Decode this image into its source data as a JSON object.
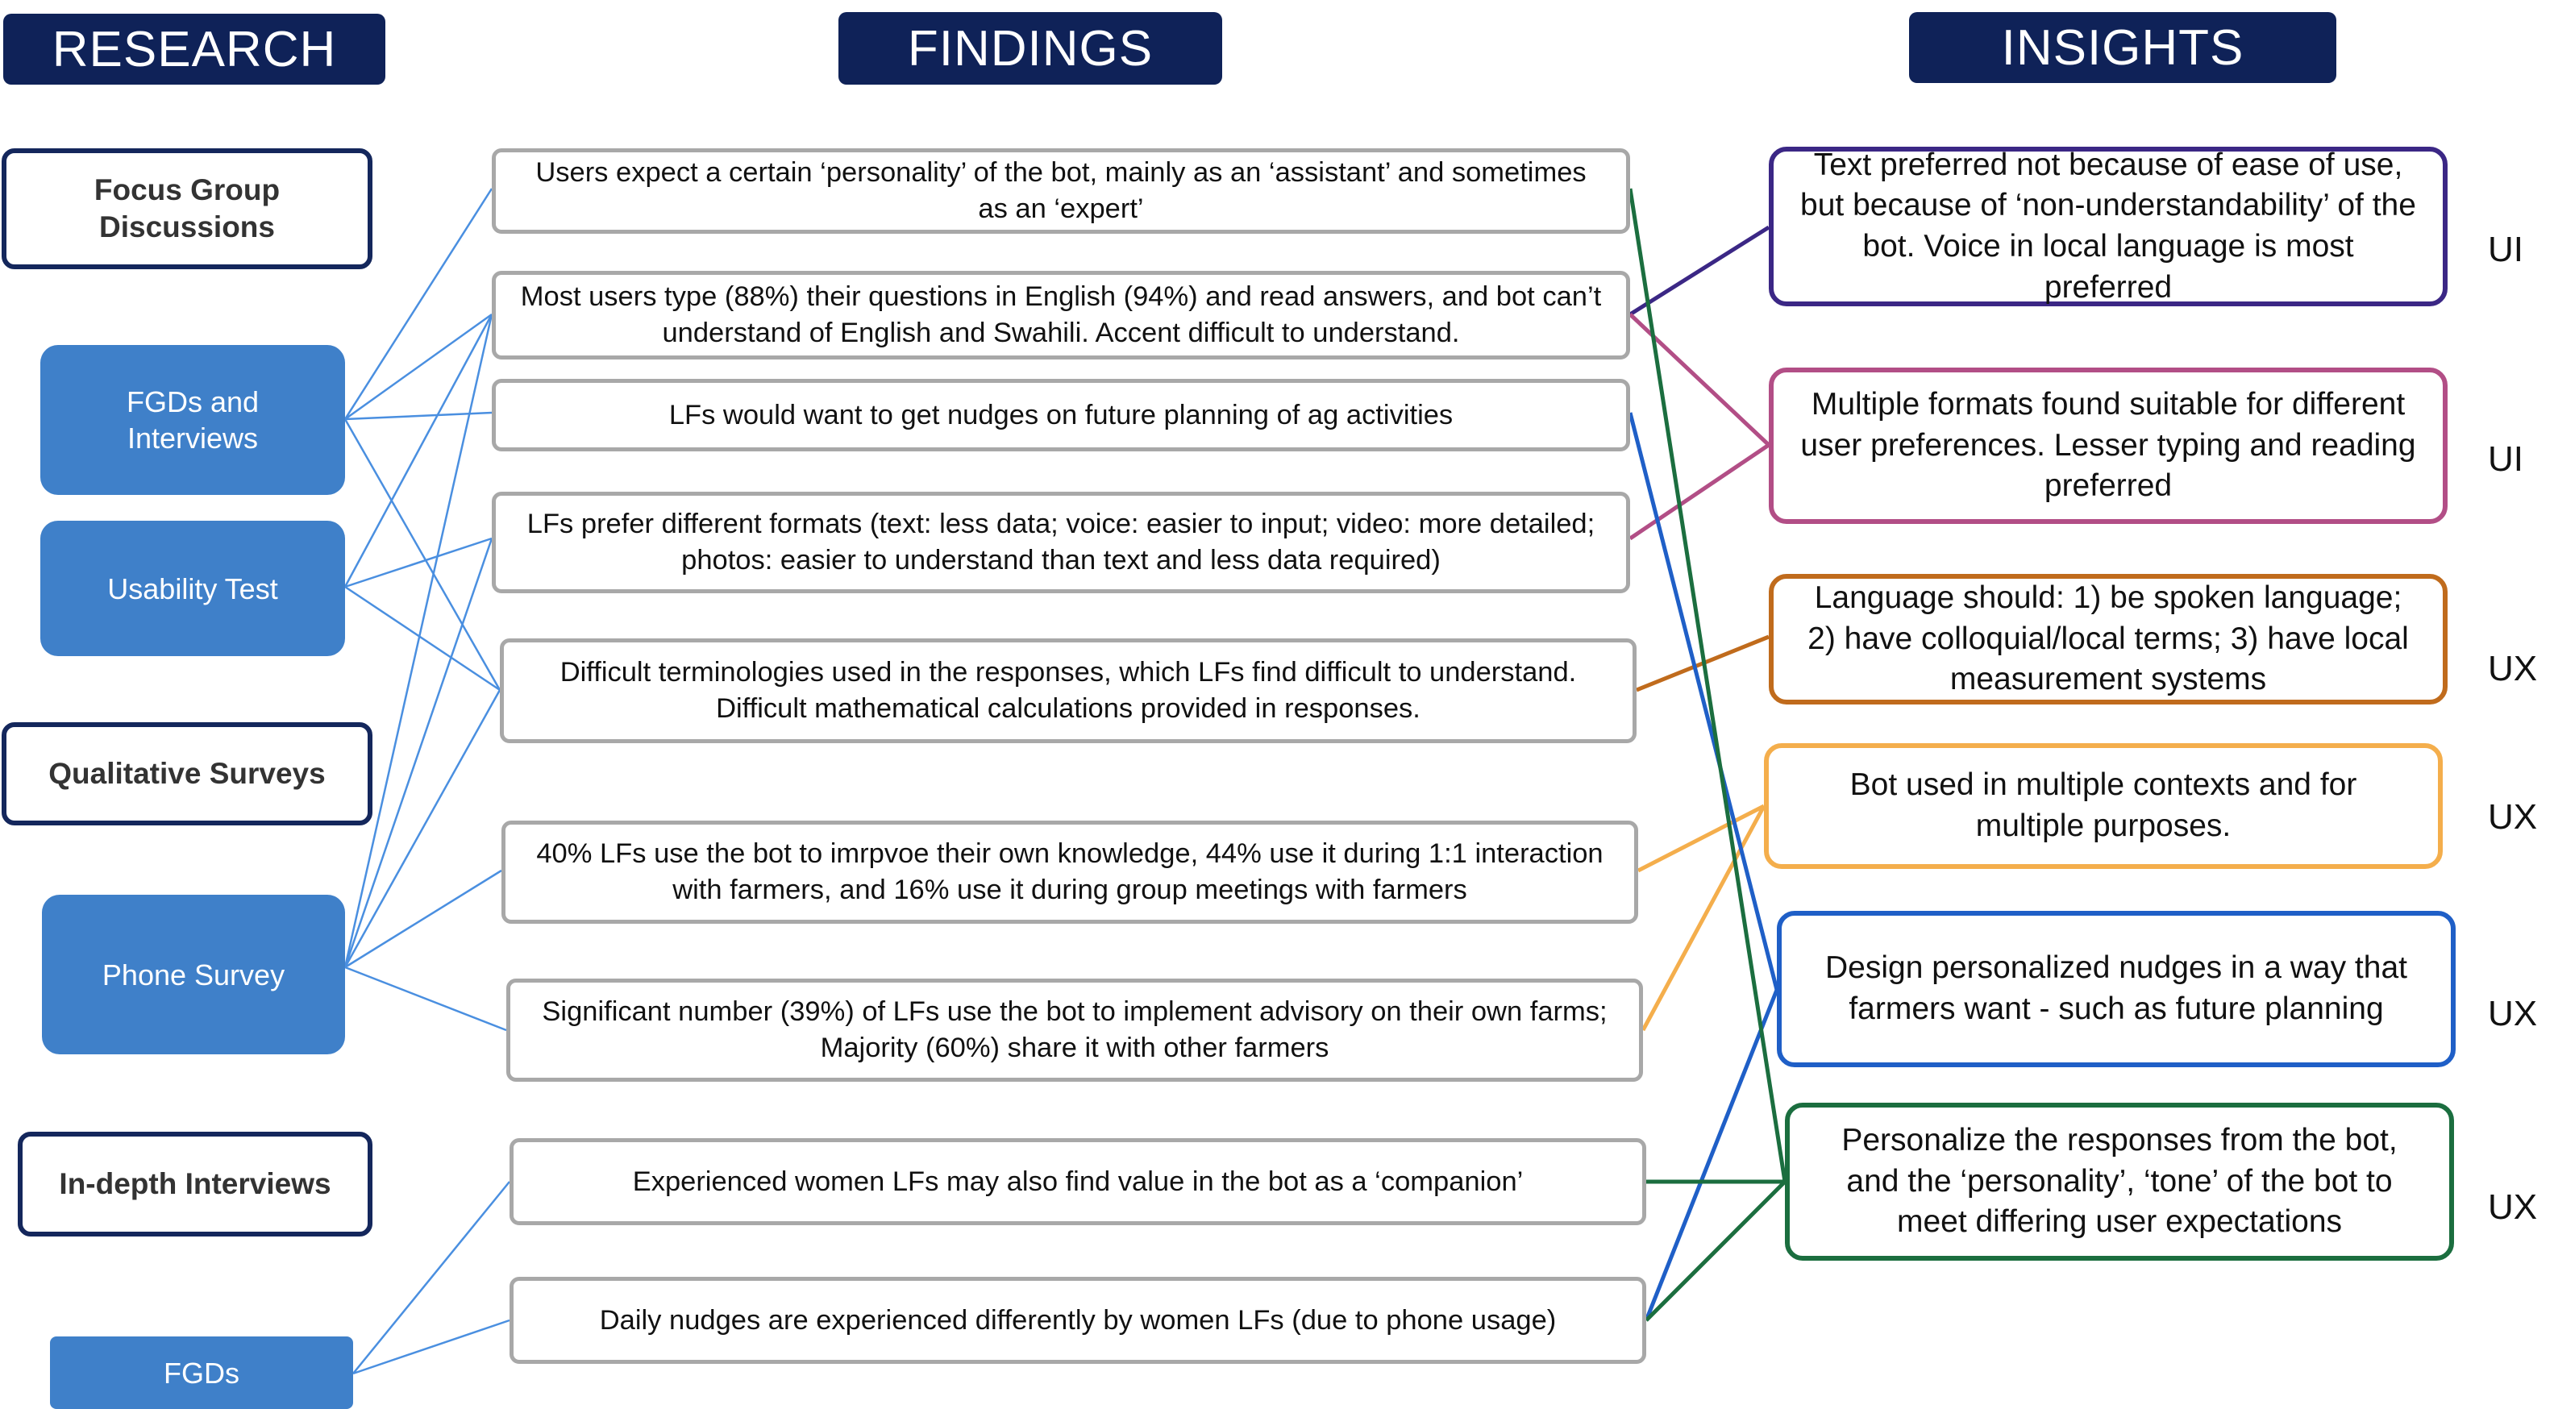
{
  "headers": {
    "research": "RESEARCH",
    "findings": "FINDINGS",
    "insights": "INSIGHTS"
  },
  "methods": [
    "Focus Group Discussions",
    "Qualitative Surveys",
    "In-depth Interviews"
  ],
  "sources": [
    "FGDs and Interviews",
    "Usability Test",
    "Phone Survey",
    "FGDs"
  ],
  "findings": [
    "Users expect a certain ‘personality’ of the bot, mainly as an ‘assistant’ and sometimes as an ‘expert’",
    "Most users type (88%) their questions in English (94%) and read answers, and bot can’t understand of English and Swahili. Accent difficult to understand.",
    "LFs would want to get nudges on future planning of ag activities",
    "LFs prefer different formats (text: less data; voice: easier to input; video: more detailed; photos: easier to understand than text and less data required)",
    "Difficult terminologies used in the responses, which LFs find difficult to understand. Difficult mathematical calculations provided in responses.",
    "40% LFs use the bot to imrpvoe their own knowledge, 44% use it during 1:1 interaction with farmers, and 16% use it during group meetings with farmers",
    "Significant number (39%) of LFs use the bot to implement advisory on their own farms; Majority (60%) share it with other farmers",
    "Experienced women LFs may also find value in the bot as a ‘companion’",
    "Daily nudges are experienced differently by women LFs (due to phone usage)"
  ],
  "insights": [
    {
      "text": "Text preferred not because of ease of use, but because of ‘non-understandability’ of the bot. Voice in local language is most preferred",
      "tag": "UI",
      "color": "#3b2785"
    },
    {
      "text": "Multiple formats found suitable for different user preferences. Lesser typing and reading preferred",
      "tag": "UI",
      "color": "#b24e86"
    },
    {
      "text": "Language should: 1) be spoken language; 2) have colloquial/local terms; 3) have local measurement systems",
      "tag": "UX",
      "color": "#c06b1c"
    },
    {
      "text": "Bot used in multiple contexts and for multiple purposes.",
      "tag": "UX",
      "color": "#f4ae4c"
    },
    {
      "text": "Design personalized nudges in a way that farmers want - such as future planning",
      "tag": "UX",
      "color": "#1f5fc7"
    },
    {
      "text": "Personalize the responses from the bot, and the ‘personality’, ‘tone’ of the bot to meet differing user expectations",
      "tag": "UX",
      "color": "#1b6e3f"
    }
  ],
  "colors": {
    "header_bg": "#0f2258",
    "source_bg": "#3f80c9",
    "connector_blue": "#4a8fe0"
  }
}
